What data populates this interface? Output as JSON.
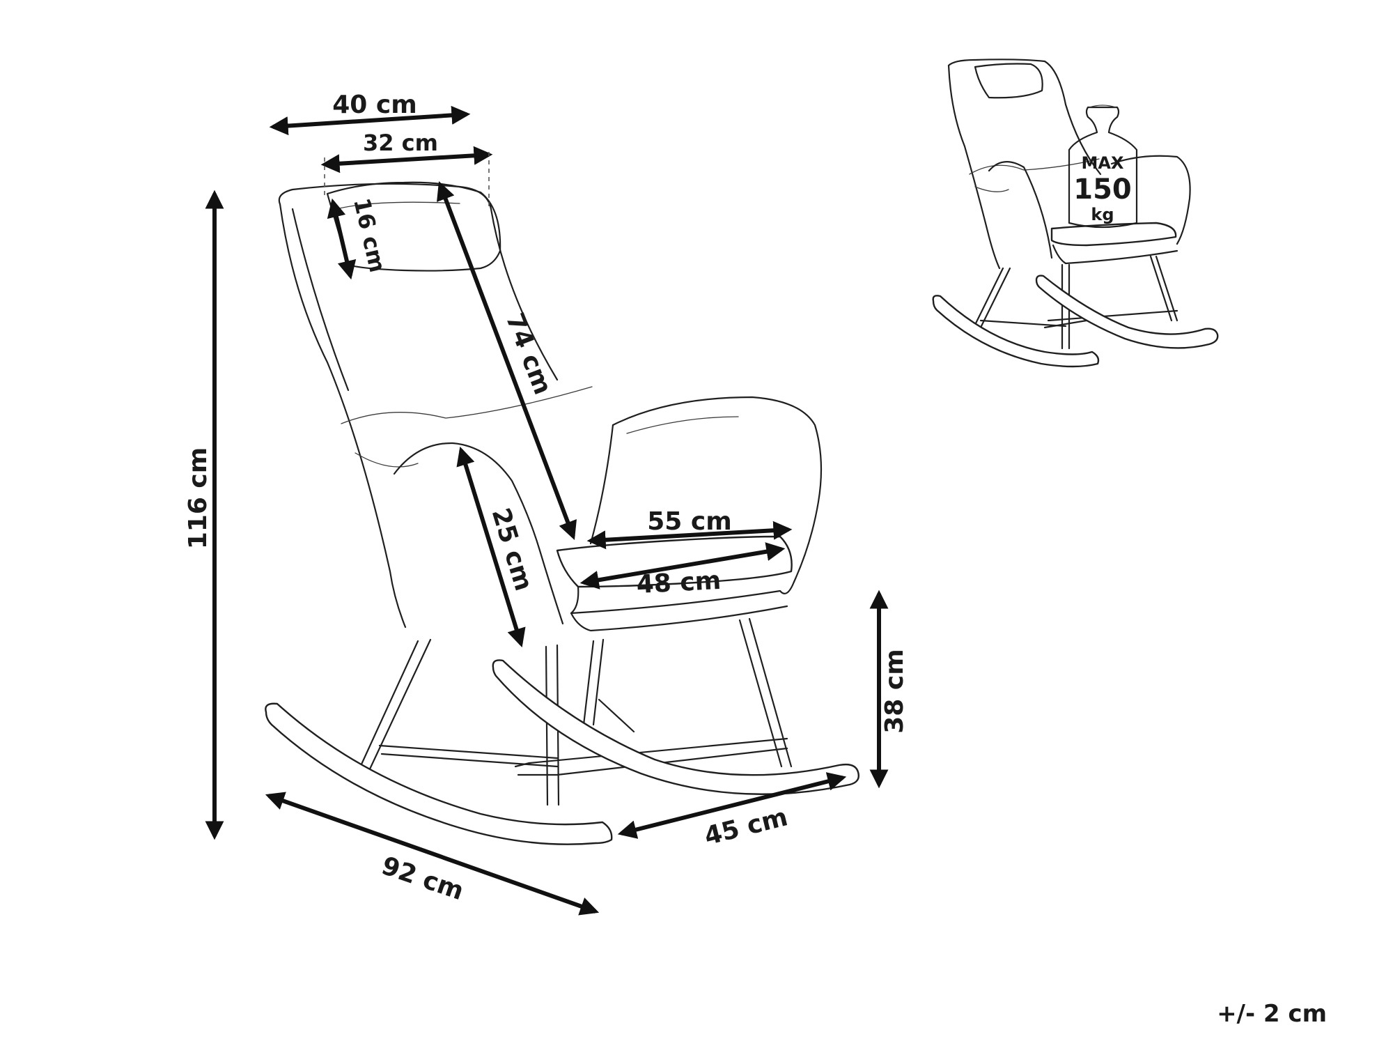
{
  "colors": {
    "line": "#1f1f1f",
    "dimension_arrow": "#111111",
    "background": "#ffffff"
  },
  "dimensions": {
    "top_width": "40 cm",
    "headrest_width": "32 cm",
    "headrest_height": "16 cm",
    "total_height": "116 cm",
    "backrest_height": "74 cm",
    "armrest_height": "25 cm",
    "seat_width": "55 cm",
    "seat_inner_width": "48 cm",
    "seat_height": "38 cm",
    "total_depth": "92 cm",
    "rocker_width": "45 cm"
  },
  "max_load": {
    "line1": "MAX",
    "line2": "150",
    "line3": "kg"
  },
  "tolerance": "+/- 2 cm"
}
